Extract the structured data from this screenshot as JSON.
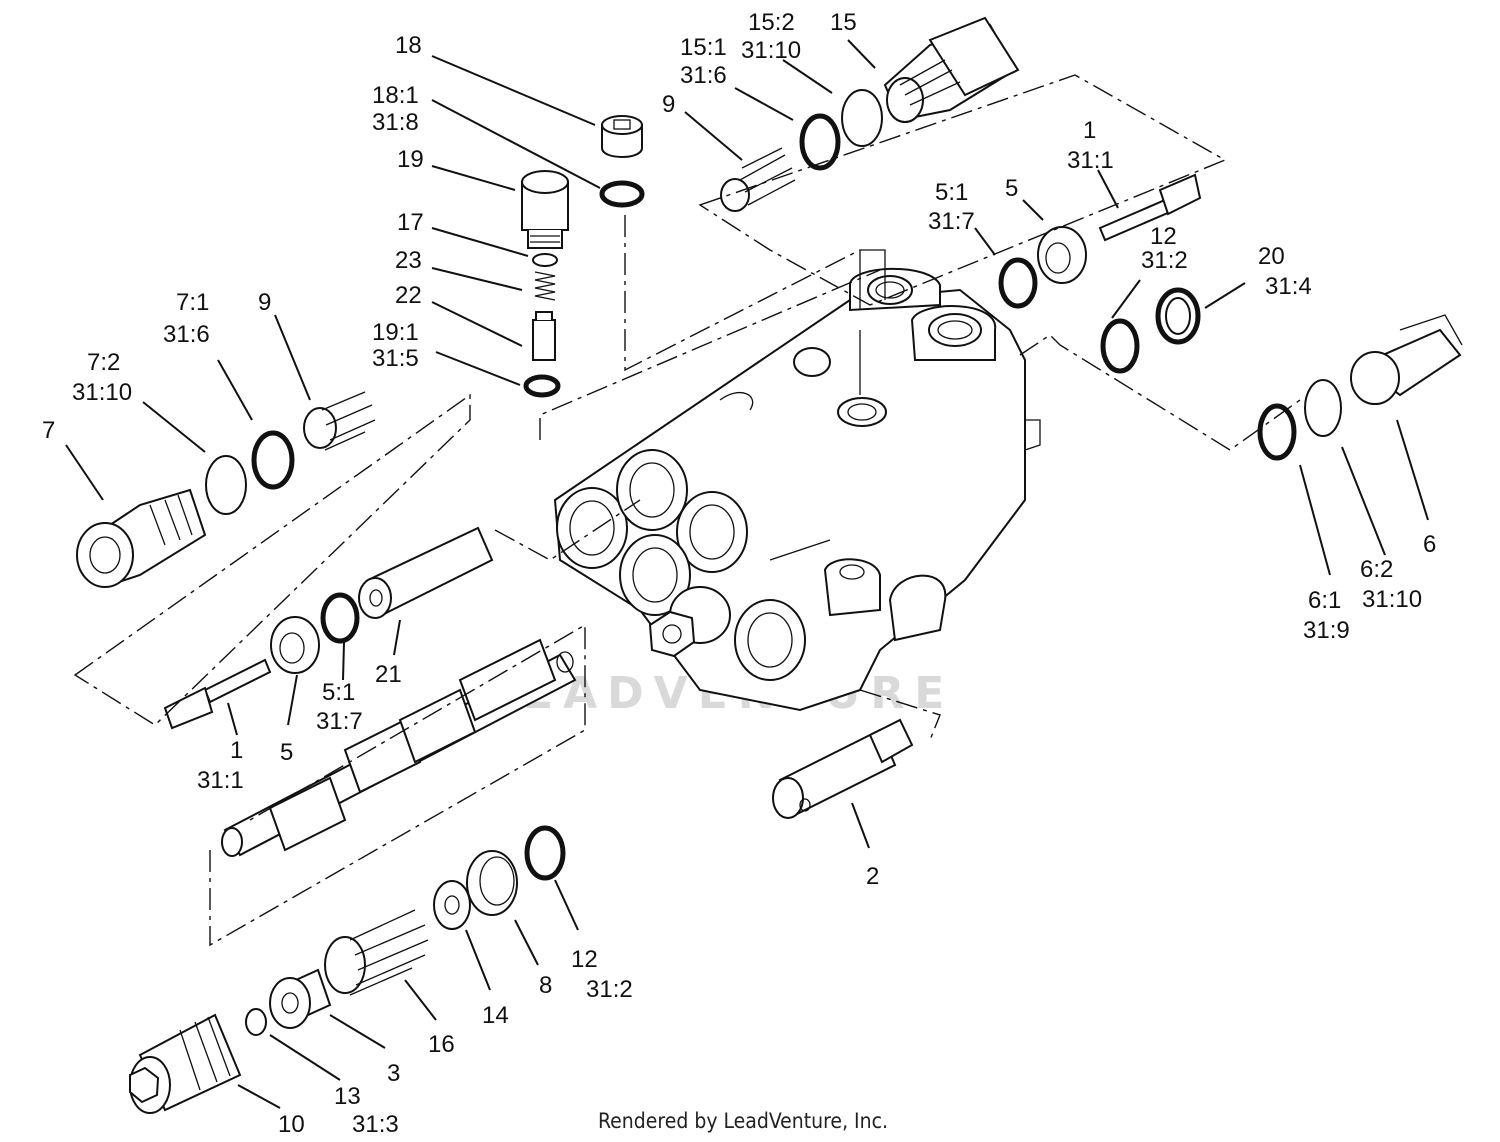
{
  "callouts": {
    "c_18": "18",
    "c_18_1": "18:1",
    "c_31_8": "31:8",
    "c_19": "19",
    "c_17": "17",
    "c_23": "23",
    "c_22": "22",
    "c_19_1": "19:1",
    "c_31_5": "31:5",
    "c_15_2": "15:2",
    "c_15_2b": "31:10",
    "c_15": "15",
    "c_15_1": "15:1",
    "c_15_1b": "31:6",
    "c_9_top": "9",
    "c_1_top": "1",
    "c_31_1_top": "31:1",
    "c_5_1_top": "5:1",
    "c_31_7_top": "31:7",
    "c_5_top": "5",
    "c_12_top": "12",
    "c_31_2_top": "31:2",
    "c_20": "20",
    "c_31_4": "31:4",
    "c_7_1": "7:1",
    "c_31_6_left": "31:6",
    "c_9_left": "9",
    "c_7_2": "7:2",
    "c_31_10_left": "31:10",
    "c_7": "7",
    "c_6": "6",
    "c_6_2": "6:2",
    "c_31_10_right": "31:10",
    "c_6_1": "6:1",
    "c_31_9": "31:9",
    "c_21": "21",
    "c_5_1_left": "5:1",
    "c_31_7_left": "31:7",
    "c_5_left": "5",
    "c_1_left": "1",
    "c_31_1_left": "31:1",
    "c_2": "2",
    "c_12_bottom": "12",
    "c_31_2_bottom": "31:2",
    "c_8": "8",
    "c_14": "14",
    "c_16": "16",
    "c_3": "3",
    "c_13": "13",
    "c_31_3": "31:3",
    "c_10": "10"
  },
  "watermark": "LEADVENTURE",
  "footer": {
    "credit": "Rendered by LeadVenture, Inc."
  }
}
